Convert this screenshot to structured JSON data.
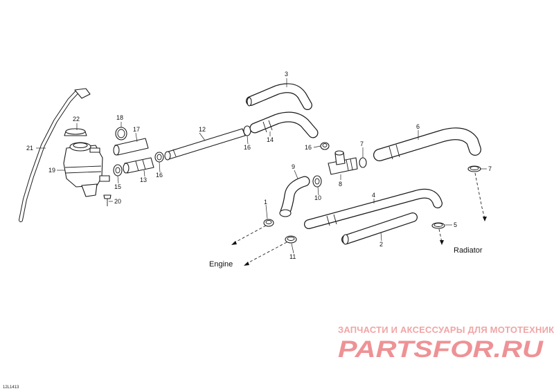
{
  "diagram": {
    "figure_code": "12L1413",
    "destinations": {
      "engine": "Engine",
      "radiator": "Radiator"
    },
    "callouts": {
      "c1": "1",
      "c2": "2",
      "c3": "3",
      "c4": "4",
      "c5": "5",
      "c6": "6",
      "c7a": "7",
      "c7b": "7",
      "c8": "8",
      "c9": "9",
      "c10": "10",
      "c11": "11",
      "c12": "12",
      "c13": "13",
      "c14": "14",
      "c15": "15",
      "c16a": "16",
      "c16b": "16",
      "c16c": "16",
      "c17": "17",
      "c18": "18",
      "c19": "19",
      "c20": "20",
      "c21": "21",
      "c22": "22"
    }
  },
  "watermark": {
    "tagline": "ЗАПЧАСТИ И АКСЕССУАРЫ ДЛЯ МОТОТЕХНИКИ",
    "logo": "PARTSFOR.RU"
  },
  "colors": {
    "line": "#1a1a1a",
    "watermark": "#e0393e"
  }
}
